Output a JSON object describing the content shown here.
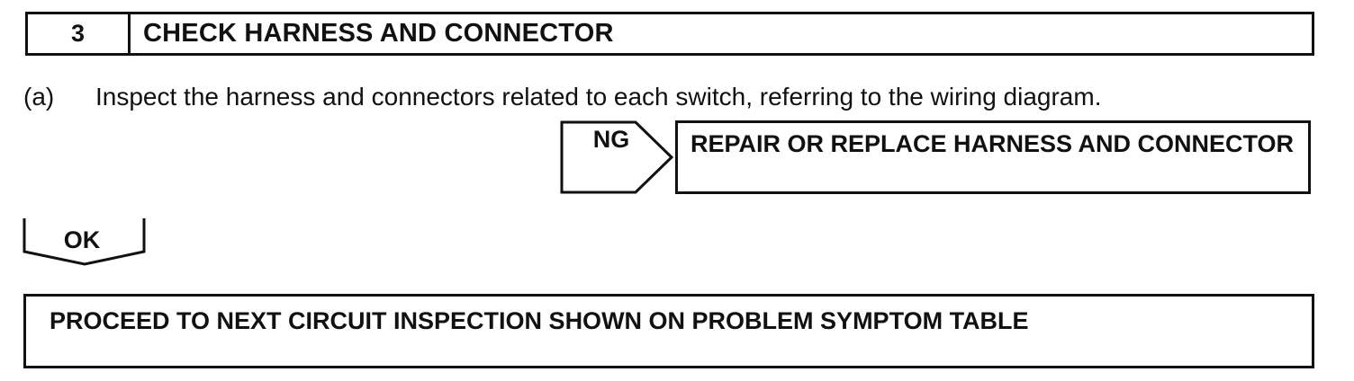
{
  "step": {
    "number": "3",
    "title": "CHECK HARNESS AND CONNECTOR"
  },
  "instruction": {
    "label": "(a)",
    "text": "Inspect the harness and connectors related to each switch, referring to the wiring diagram."
  },
  "ng_branch": {
    "label": "NG",
    "action": "REPAIR OR REPLACE HARNESS AND CONNECTOR"
  },
  "ok_branch": {
    "label": "OK"
  },
  "result": {
    "text": "PROCEED TO NEXT CIRCUIT INSPECTION SHOWN ON PROBLEM SYMPTOM TABLE"
  }
}
